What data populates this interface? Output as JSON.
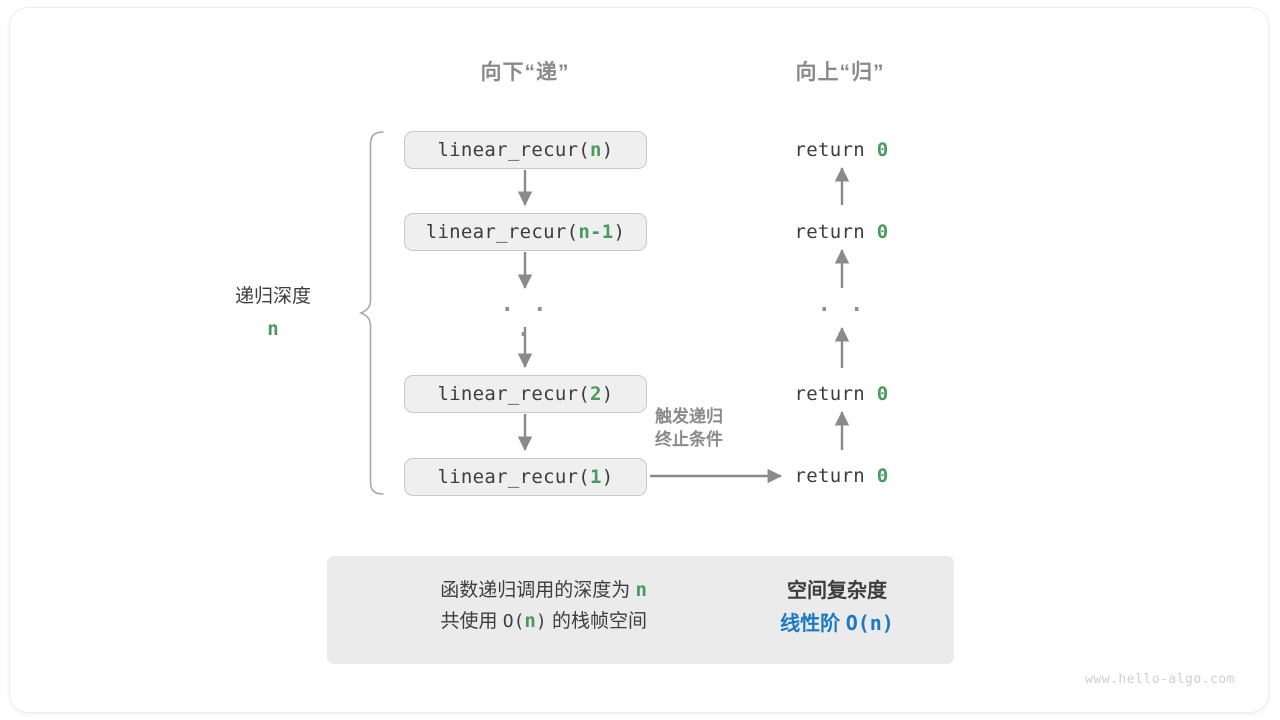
{
  "headers": {
    "down": "向下“递”",
    "up": "向上“归”"
  },
  "call_stack": [
    {
      "prefix": "linear_recur(",
      "arg": "n",
      "suffix": ")"
    },
    {
      "prefix": "linear_recur(",
      "arg": "n-1",
      "suffix": ")"
    },
    {
      "prefix": "linear_recur(",
      "arg": "2",
      "suffix": ")"
    },
    {
      "prefix": "linear_recur(",
      "arg": "1",
      "suffix": ")"
    }
  ],
  "returns": [
    {
      "keyword": "return",
      "value": "0"
    },
    {
      "keyword": "return",
      "value": "0"
    },
    {
      "keyword": "return",
      "value": "0"
    },
    {
      "keyword": "return",
      "value": "0"
    }
  ],
  "ellipsis": "· · ·",
  "brace": {
    "label": "递归深度",
    "value": "n"
  },
  "terminate_note": {
    "line1": "触发递归",
    "line2": "终止条件"
  },
  "summary": {
    "left_line1_a": "函数递归调用的深度为 ",
    "left_line1_n": "n",
    "left_line2_a": "共使用 ",
    "left_line2_o": "O(",
    "left_line2_n": "n",
    "left_line2_c": ")",
    "left_line2_b": " 的栈帧空间",
    "title": "空间复杂度",
    "value_label": "线性阶 ",
    "value_big_o": "O(n)"
  },
  "watermark": "www.hello-algo.com",
  "colors": {
    "accent_green": "#4a9a5e",
    "accent_blue": "#1a7ac4",
    "box_fill": "#efefef",
    "box_border": "#c9c9c9",
    "panel_fill": "#ebebeb",
    "arrow_gray": "#8a8a8a",
    "text_dark": "#3d3d3d"
  }
}
